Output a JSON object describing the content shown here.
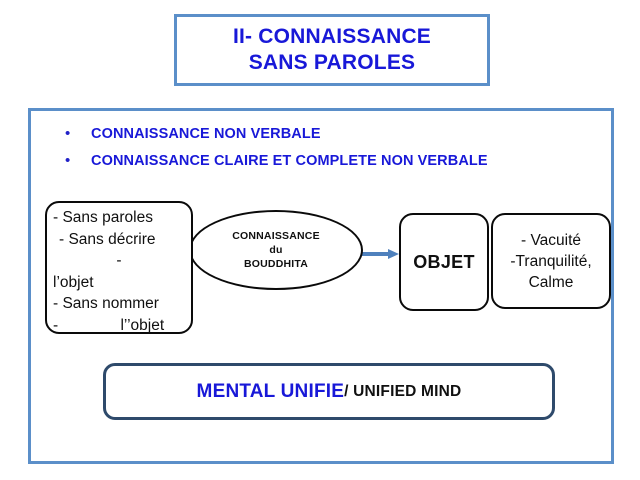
{
  "slide": {
    "title": {
      "line1": "II- CONNAISSANCE",
      "line2": "SANS PAROLES"
    },
    "bullets": [
      {
        "marker": "•",
        "text": "CONNAISSANCE NON VERBALE"
      },
      {
        "marker": "•",
        "text": "CONNAISSANCE CLAIRE ET COMPLETE NON VERBALE"
      }
    ],
    "left_box": {
      "lines": [
        "- Sans paroles",
        "-  Sans décrire",
        "-",
        "l’objet",
        "- Sans nommer",
        "-",
        "l’’objet"
      ]
    },
    "ellipse": {
      "line1": "CONNAISSANCE",
      "line2": "du",
      "line3": "BOUDDHITA"
    },
    "arrow": {
      "direction": "right",
      "color": "#4F81BD"
    },
    "objet_box": {
      "label": "OBJET"
    },
    "right_box": {
      "lines": [
        "- Vacuité",
        "-Tranquilité,",
        "Calme"
      ]
    },
    "bottom_box": {
      "french": "MENTAL UNIFIE",
      "english": "/ UNIFIED MIND"
    },
    "colors": {
      "frame_blue": "#5B8FC9",
      "title_text_blue": "#1818D8",
      "arrow_blue": "#4F81BD",
      "bottom_border_navy": "#2E4A6B",
      "shape_outline_black": "#0a0a0a",
      "background": "#ffffff"
    }
  }
}
